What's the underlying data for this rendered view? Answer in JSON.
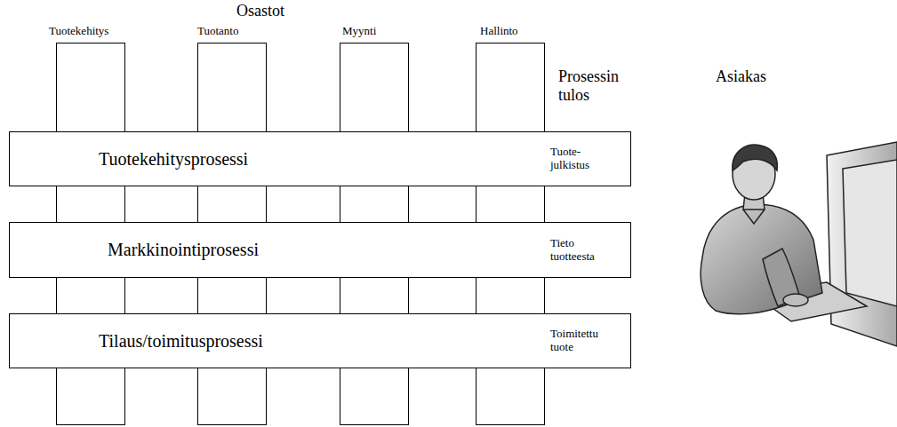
{
  "diagram": {
    "nodes": [
      {
        "text": [
          "Tuotekehitysprosessi",
          "Tuote- julkistus"
        ]
      },
      {
        "text": [
          "Markkinointiprosessi",
          "Tieto tuotteesta"
        ]
      },
      {
        "text": [
          "Tilaus/toimitusprosessi",
          "Toimitettu tuote"
        ]
      }
    ],
    "labels": [
      "Osastot",
      "Tuotekehitys",
      "Tuotanto",
      "Myynti",
      "Hallinto",
      "Prosessin tulos",
      "Asiakas"
    ]
  }
}
